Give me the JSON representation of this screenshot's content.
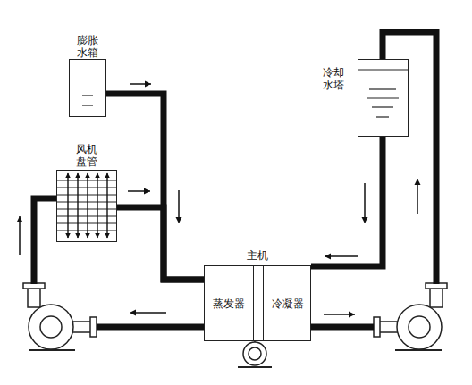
{
  "diagram": {
    "nodes": [
      {
        "text": [
          "膨胀 水箱"
        ]
      },
      {
        "text": [
          "冷却 水塔"
        ]
      },
      {
        "text": [
          "风机 盘管"
        ]
      },
      {
        "text": [
          "主机"
        ]
      },
      {
        "text": [
          "蒸发器"
        ],
        "in": 3
      },
      {
        "text": [
          "冷凝器"
        ],
        "in": 3
      }
    ],
    "edges": [
      {
        "from": 0,
        "to": 4,
        "arrow": "to"
      },
      {
        "from": 2,
        "to": 4,
        "arrow": "to"
      },
      {
        "from": 4,
        "to": 2,
        "arrow": "to"
      },
      {
        "from": 1,
        "to": 5,
        "arrow": "to"
      },
      {
        "from": 5,
        "to": 1,
        "arrow": "to"
      }
    ]
  }
}
